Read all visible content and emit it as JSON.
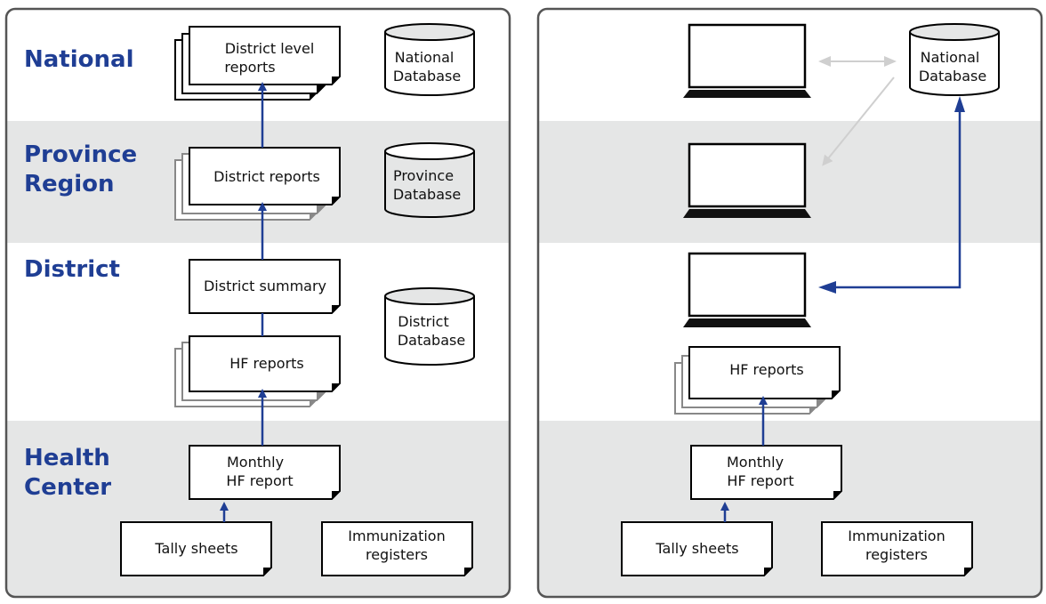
{
  "levels": {
    "national": "National",
    "province_line1": "Province",
    "province_line2": "Region",
    "district": "District",
    "health_line1": "Health",
    "health_line2": "Center"
  },
  "left_panel": {
    "district_level_reports": [
      "District level",
      "reports"
    ],
    "district_reports": "District reports",
    "district_summary": "District summary",
    "hf_reports": "HF reports",
    "monthly_hf_report": [
      "Monthly",
      "HF report"
    ],
    "tally_sheets": "Tally sheets",
    "immunization_registers": [
      "Immunization",
      "registers"
    ],
    "national_database": [
      "National",
      "Database"
    ],
    "province_database": [
      "Province",
      "Database"
    ],
    "district_database": [
      "District",
      "Database"
    ]
  },
  "right_panel": {
    "national_database": [
      "National",
      "Database"
    ],
    "hf_reports": "HF reports",
    "monthly_hf_report": [
      "Monthly",
      "HF report"
    ],
    "tally_sheets": "Tally sheets",
    "immunization_registers": [
      "Immunization",
      "registers"
    ]
  },
  "colors": {
    "level_label": "#1f3e94",
    "arrow": "#1f3e94",
    "band_gray": "#e5e6e6",
    "panel_border": "#555555",
    "light_arrow": "#cfcfcf"
  }
}
